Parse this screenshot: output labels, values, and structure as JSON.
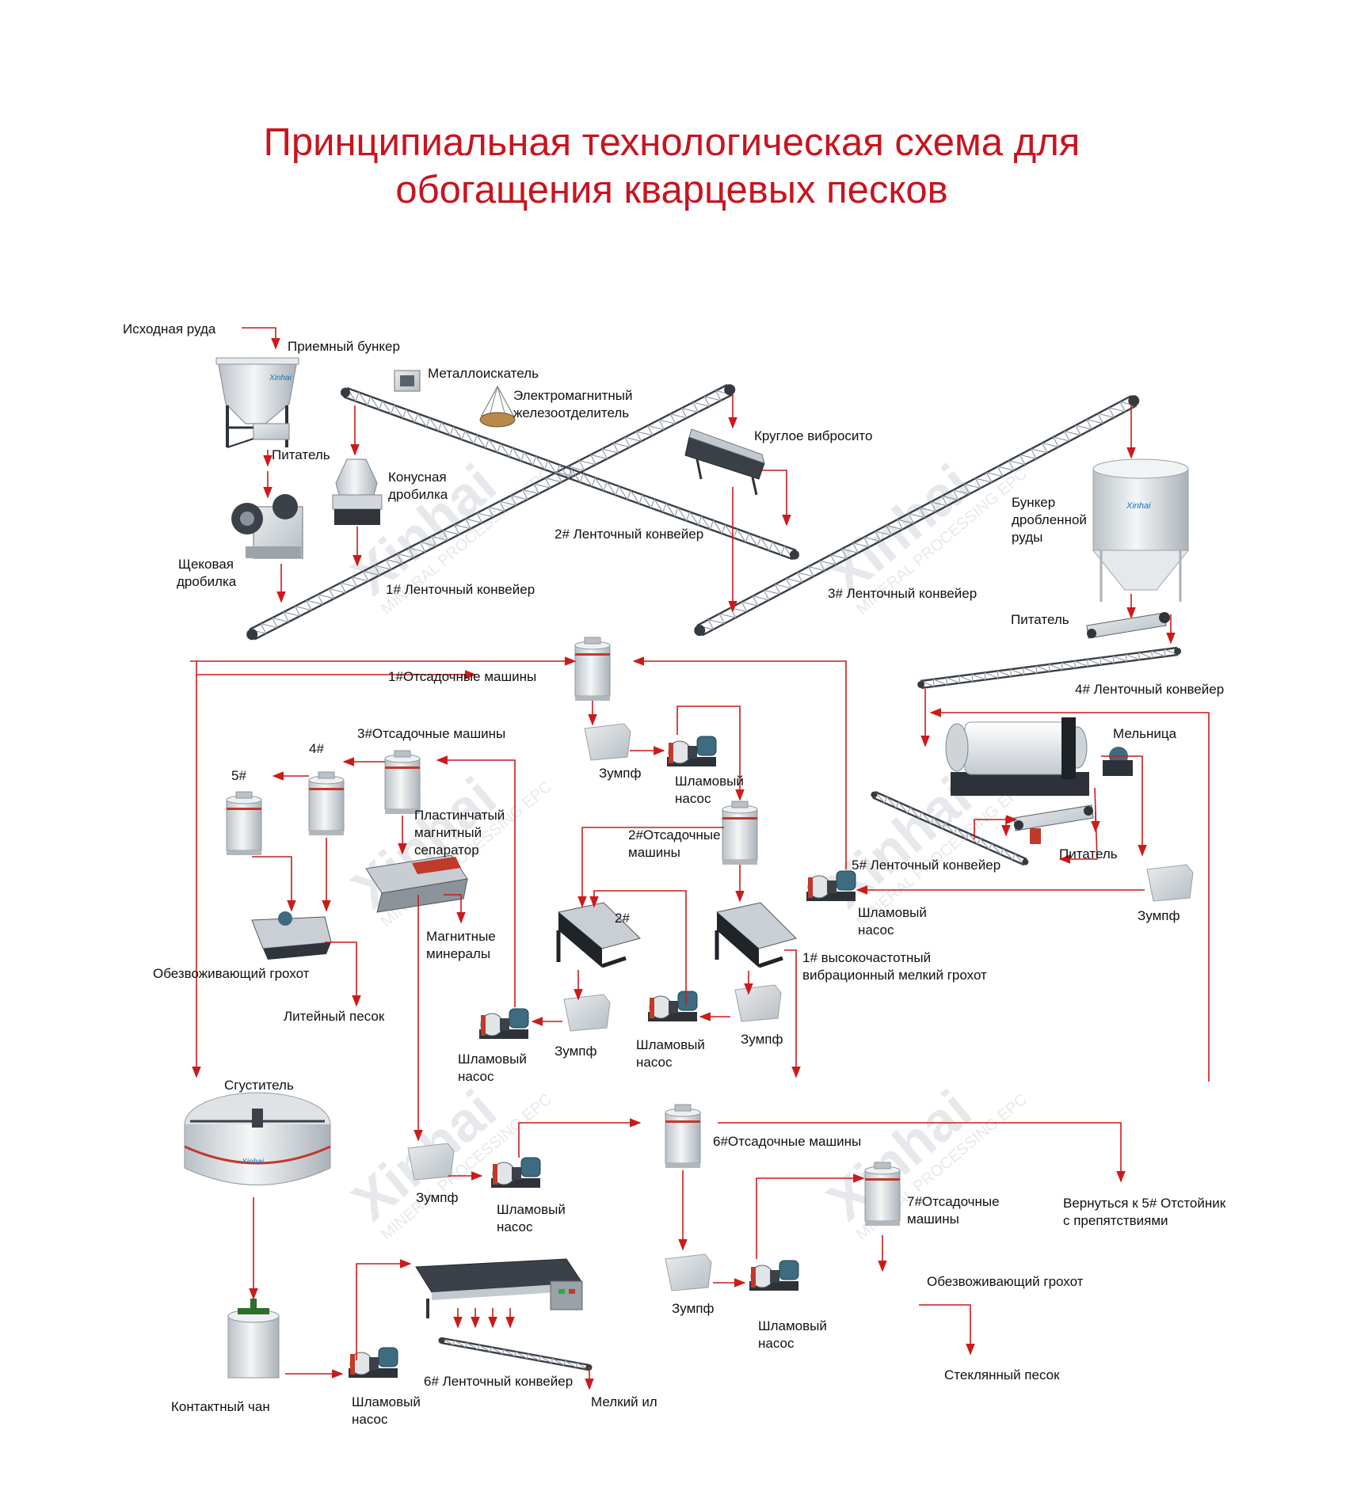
{
  "title": {
    "line1": "Принципиальная технологическая схема для",
    "line2": "обогащения кварцевых песков"
  },
  "colors": {
    "title": "#c8141e",
    "flow_arrow": "#cc1a1a",
    "equipment": "#dfe3e6",
    "equipment_dark": "#2d3238"
  },
  "watermark": {
    "brand": "Xinhai",
    "tagline": "MINERAL PROCESSING EPC"
  },
  "labels": {
    "raw_ore": "Исходная руда",
    "receiving_hopper": "Приемный бункер",
    "metal_detector": "Металлоискатель",
    "em_separator": [
      "Электромагнитный",
      "железоотделитель"
    ],
    "circular_screen": "Круглое вибросито",
    "feeder_1": "Питатель",
    "cone_crusher": [
      "Конусная",
      "дробилка"
    ],
    "jaw_crusher": [
      "Щековая",
      "дробилка"
    ],
    "conveyor_2": "2# Ленточный конвейер",
    "conveyor_1": "1# Ленточный конвейер",
    "conveyor_3": "3# Ленточный конвейер",
    "crushed_bin": [
      "Бункер",
      "дробленной",
      "руды"
    ],
    "feeder_2": "Питатель",
    "conveyor_4": "4# Ленточный конвейер",
    "jig_1": "1#Отсадочные машины",
    "mill": "Мельница",
    "jig_3": "3#Отсадочные машины",
    "jig_4": "4#",
    "jig_5": "5#",
    "sump_1": "Зумпф",
    "slurry_pump_1": [
      "Шламовый",
      "насос"
    ],
    "plate_magnetic": [
      "Пластинчатый",
      "магнитный",
      "сепаратор"
    ],
    "jig_2": [
      "2#Отсадочные",
      "машины"
    ],
    "conveyor_5": "5# Ленточный конвейер",
    "feeder_3": "Питатель",
    "slurry_pump_2": [
      "Шламовый",
      "насос"
    ],
    "sump_2": "Зумпф",
    "screen_2": "2#",
    "magnetic_minerals": [
      "Магнитные",
      "минералы"
    ],
    "dewatering_screen_1": "Обезвоживающий грохот",
    "hf_screen_1": [
      "1# высокочастотный",
      "вибрационный мелкий грохот"
    ],
    "foundry_sand": "Литейный песок",
    "sump_3": "Зумпф",
    "slurry_pump_3": [
      "Шламовый",
      "насос"
    ],
    "slurry_pump_4": [
      "Шламовый",
      "насос"
    ],
    "sump_4": "Зумпф",
    "thickener": "Сгуститель",
    "jig_6": "6#Отсадочные машины",
    "sump_5": "Зумпф",
    "slurry_pump_5": [
      "Шламовый",
      "насос"
    ],
    "jig_7": [
      "7#Отсадочные",
      "машины"
    ],
    "return_note": [
      "Вернуться к 5# Отстойник",
      "с препятствиями"
    ],
    "dewatering_screen_2": "Обезвоживающий грохот",
    "sump_6": "Зумпф",
    "slurry_pump_6": [
      "Шламовый",
      "насос"
    ],
    "glass_sand": "Стеклянный песок",
    "conveyor_6": "6# Ленточный конвейер",
    "fine_sludge": "Мелкий ил",
    "contact_tank": "Контактный чан",
    "slurry_pump_7": [
      "Шламовый",
      "насос"
    ]
  }
}
